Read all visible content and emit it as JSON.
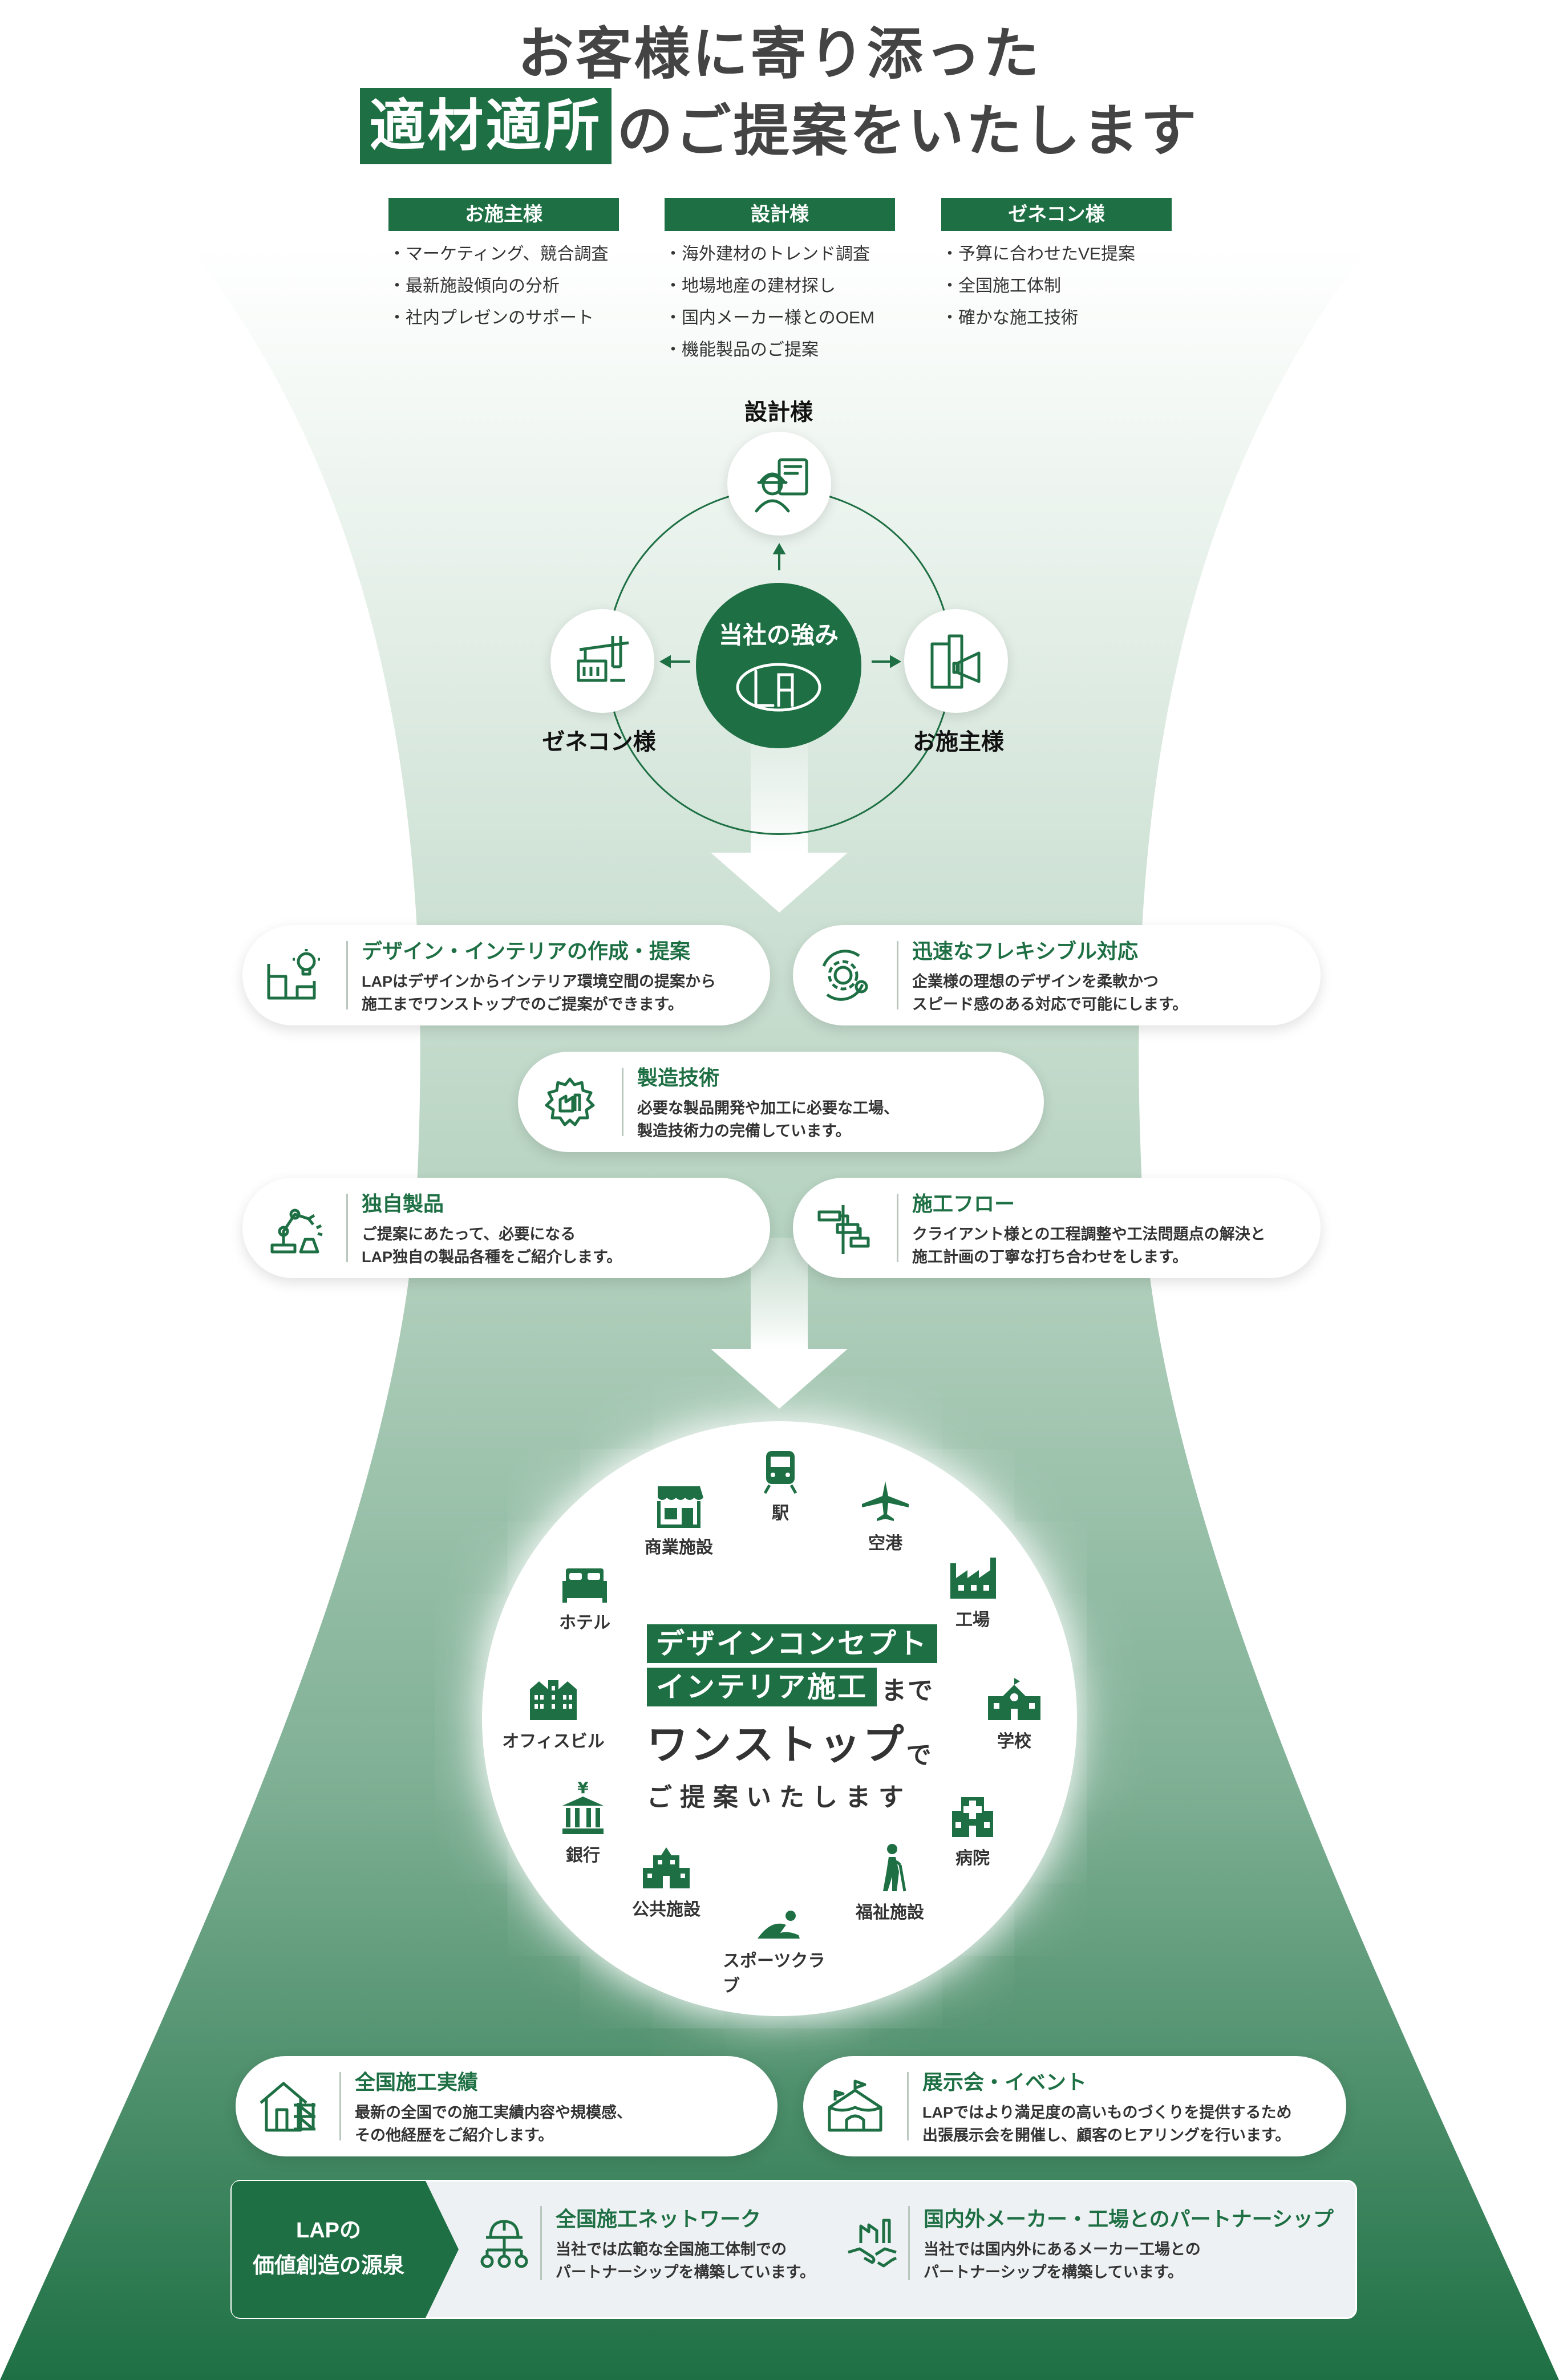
{
  "title": {
    "line1": "お客様に寄り添った",
    "highlight": "適材適所",
    "line2_rest": "のご提案をいたします"
  },
  "clients": [
    {
      "name": "お施主様",
      "items": [
        "マーケティング、競合調査",
        "最新施設傾向の分析",
        "社内プレゼンのサポート"
      ]
    },
    {
      "name": "設計様",
      "items": [
        "海外建材のトレンド調査",
        "地場地産の建材探し",
        "国内メーカー様とのOEM",
        "機能製品のご提案"
      ]
    },
    {
      "name": "ゼネコン様",
      "items": [
        "予算に合わせたVE提案",
        "全国施工体制",
        "確かな施工技術"
      ]
    }
  ],
  "cycle": {
    "center_label": "当社の強み",
    "top_label": "設計様",
    "left_label": "ゼネコン様",
    "right_label": "お施主様"
  },
  "strengths": [
    {
      "title": "デザイン・インテリアの作成・提案",
      "desc1": "LAPはデザインからインテリア環境空間の提案から",
      "desc2": "施工までワンストップでのご提案ができます。"
    },
    {
      "title": "迅速なフレキシブル対応",
      "desc1": "企業様の理想のデザインを柔軟かつ",
      "desc2": "スピード感のある対応で可能にします。"
    },
    {
      "title": "製造技術",
      "desc1": "必要な製品開発や加工に必要な工場、",
      "desc2": "製造技術力の完備しています。"
    },
    {
      "title": "独自製品",
      "desc1": "ご提案にあたって、必要になる",
      "desc2": "LAP独自の製品各種をご紹介します。"
    },
    {
      "title": "施工フロー",
      "desc1": "クライアント様との工程調整や工法問題点の解決と",
      "desc2": "施工計画の丁寧な打ち合わせをします。"
    }
  ],
  "facilities": [
    "駅",
    "空港",
    "工場",
    "学校",
    "病院",
    "福祉施設",
    "スポーツクラブ",
    "公共施設",
    "銀行",
    "オフィスビル",
    "ホテル",
    "商業施設"
  ],
  "onestop": {
    "tag1": "デザインコンセプト",
    "tag2": "インテリア施工",
    "made": "まで",
    "big": "ワンストップ",
    "de": "で",
    "last": "ご提案いたします"
  },
  "achievements": [
    {
      "title": "全国施工実績",
      "desc1": "最新の全国での施工実績内容や規模感、",
      "desc2": "その他経歴をご紹介します。"
    },
    {
      "title": "展示会・イベント",
      "desc1": "LAPではより満足度の高いものづくりを提供するため",
      "desc2": "出張展示会を開催し、顧客のヒアリングを行います。"
    }
  ],
  "source": {
    "line1": "LAPの",
    "line2": "価値創造の源泉",
    "items": [
      {
        "title": "全国施工ネットワーク",
        "desc1": "当社では広範な全国施工体制での",
        "desc2": "パートナーシップを構築しています。"
      },
      {
        "title": "国内外メーカー・工場とのパートナーシップ",
        "desc1": "当社では国内外にあるメーカー工場との",
        "desc2": "パートナーシップを構築しています。"
      }
    ]
  },
  "colors": {
    "brand": "#1e7044",
    "text": "#444444"
  }
}
